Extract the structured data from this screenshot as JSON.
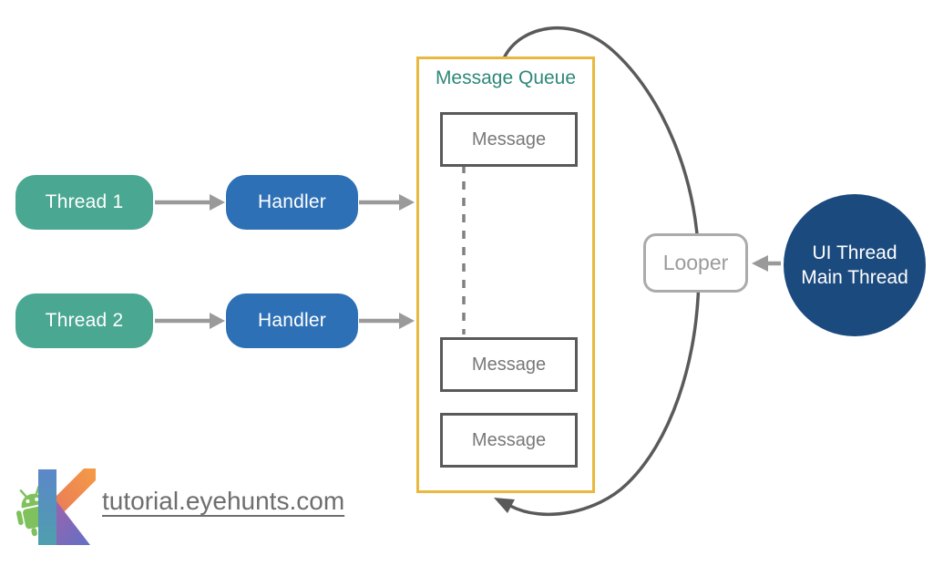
{
  "diagram": {
    "thread1": {
      "label": "Thread 1"
    },
    "thread2": {
      "label": "Thread 2"
    },
    "handler1": {
      "label": "Handler"
    },
    "handler2": {
      "label": "Handler"
    },
    "message_queue": {
      "title": "Message Queue",
      "messages": [
        "Message",
        "Message",
        "Message"
      ]
    },
    "looper": {
      "label": "Looper"
    },
    "ui_thread": {
      "line1": "UI Thread",
      "line2": "Main Thread"
    }
  },
  "colors": {
    "thread_fill": "#49a792",
    "handler_fill": "#2d70b5",
    "ui_thread_fill": "#1b4a7e",
    "queue_border": "#e9b83d",
    "queue_title_text": "#2f8878",
    "arrow_gray": "#9a9a9a",
    "loop_arc_gray": "#5a5a5a",
    "message_border": "#58595b"
  },
  "footer": {
    "site_url": "tutorial.eyehunts.com"
  }
}
